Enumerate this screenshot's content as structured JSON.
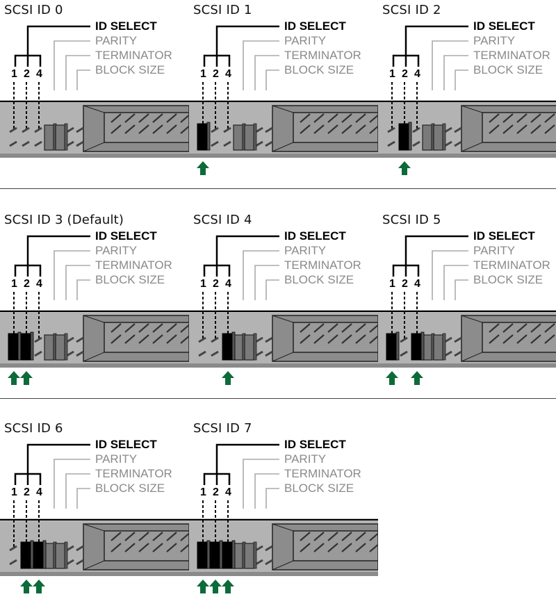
{
  "labels": {
    "id_select": "ID SELECT",
    "parity": "PARITY",
    "terminator": "TERMINATOR",
    "block_size": "BLOCK SIZE",
    "bit_1": "1",
    "bit_2": "2",
    "bit_4": "4"
  },
  "colors": {
    "arrow": "#0d6b3a",
    "jumper": "#000000",
    "board": "#b3b3b3",
    "connector": "#8c8c8c"
  },
  "panels": [
    {
      "title": "SCSI ID 0",
      "jumpers": [
        false,
        false,
        false
      ]
    },
    {
      "title": "SCSI ID 1",
      "jumpers": [
        true,
        false,
        false
      ]
    },
    {
      "title": "SCSI ID 2",
      "jumpers": [
        false,
        true,
        false
      ]
    },
    {
      "title": "SCSI ID 3 (Default)",
      "jumpers": [
        true,
        true,
        false
      ]
    },
    {
      "title": "SCSI ID 4",
      "jumpers": [
        false,
        false,
        true
      ]
    },
    {
      "title": "SCSI ID 5",
      "jumpers": [
        true,
        false,
        true
      ]
    },
    {
      "title": "SCSI ID 6",
      "jumpers": [
        false,
        true,
        true
      ]
    },
    {
      "title": "SCSI ID 7",
      "jumpers": [
        true,
        true,
        true
      ]
    }
  ]
}
